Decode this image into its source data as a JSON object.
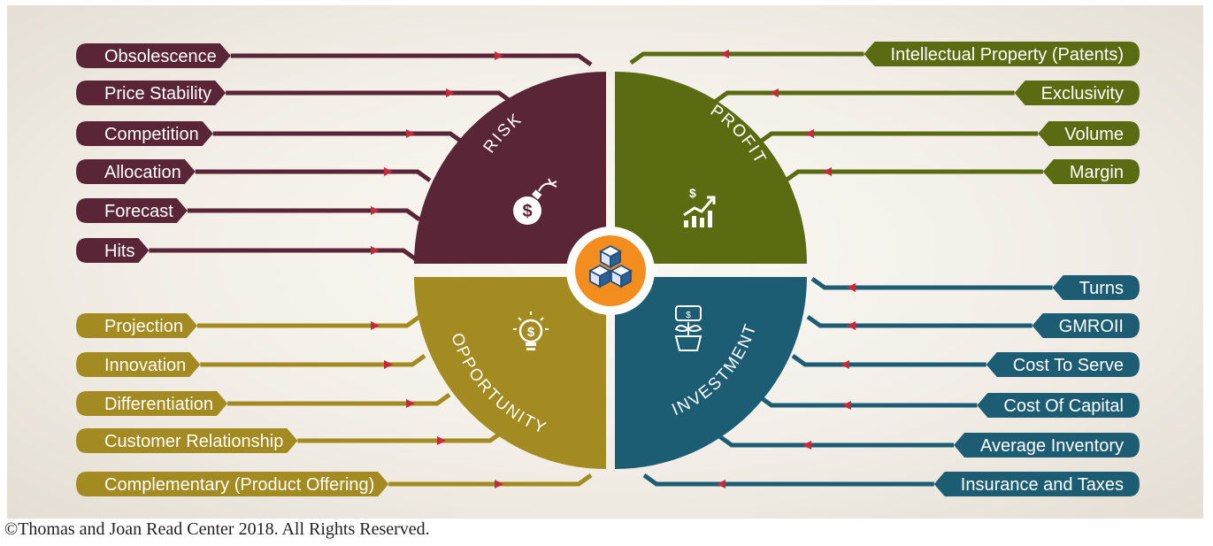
{
  "colors": {
    "risk": "#5a2537",
    "profit": "#5b6b12",
    "opportunity": "#a38a21",
    "investment": "#1d5d74",
    "center_ring": "#ffffff",
    "center_disc": "#f28d1e",
    "arrow": "#c8283a"
  },
  "quadrants": {
    "risk": {
      "label": "RISK",
      "icon": "money-bomb-icon"
    },
    "profit": {
      "label": "PROFIT",
      "icon": "growth-chart-icon"
    },
    "opportunity": {
      "label": "OPPORTUNITY",
      "icon": "idea-bulb-icon"
    },
    "investment": {
      "label": "INVESTMENT",
      "icon": "money-plant-icon"
    }
  },
  "center": {
    "icon": "stacked-boxes-icon"
  },
  "factors": {
    "risk": [
      "Obsolescence",
      "Price Stability",
      "Competition",
      "Allocation",
      "Forecast",
      "Hits"
    ],
    "profit": [
      "Intellectual Property (Patents)",
      "Exclusivity",
      "Volume",
      "Margin"
    ],
    "opportunity": [
      "Projection",
      "Innovation",
      "Differentiation",
      "Customer Relationship",
      "Complementary (Product Offering)"
    ],
    "investment": [
      "Turns",
      "GMROII",
      "Cost To Serve",
      "Cost Of Capital",
      "Average Inventory",
      "Insurance and Taxes"
    ]
  },
  "copyright": "©Thomas and Joan Read Center 2018. All Rights Reserved."
}
